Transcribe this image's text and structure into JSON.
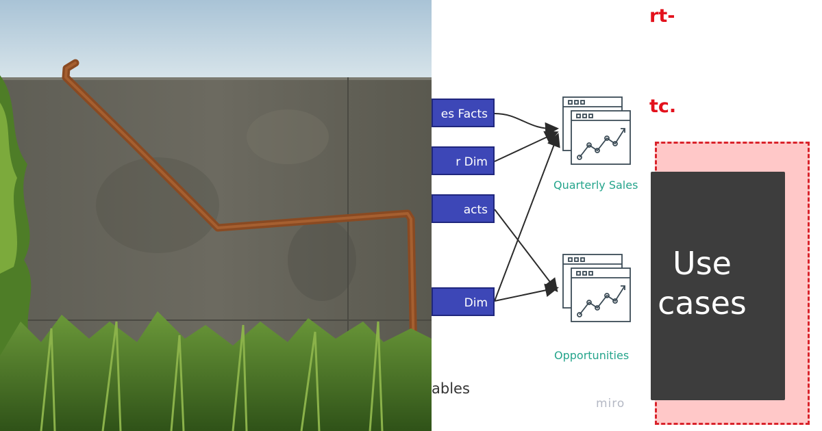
{
  "tables": [
    {
      "label": "es Facts"
    },
    {
      "label": "r Dim"
    },
    {
      "label": "acts"
    },
    {
      "label": "Dim"
    }
  ],
  "reports": [
    {
      "label": "Quarterly Sales"
    },
    {
      "label": "Opportunities"
    }
  ],
  "footer_text": "ables",
  "brand": "miro",
  "red_lines": [
    "rt-",
    "tc."
  ],
  "use_case": {
    "line1": "Use",
    "line2": "cases"
  },
  "colors": {
    "table_fill": "#3d47b7",
    "report_text": "#24a48b",
    "red_text": "#e3111c",
    "use_case_frame": "#ffc8c8",
    "use_case_box": "#3d3d3d"
  }
}
